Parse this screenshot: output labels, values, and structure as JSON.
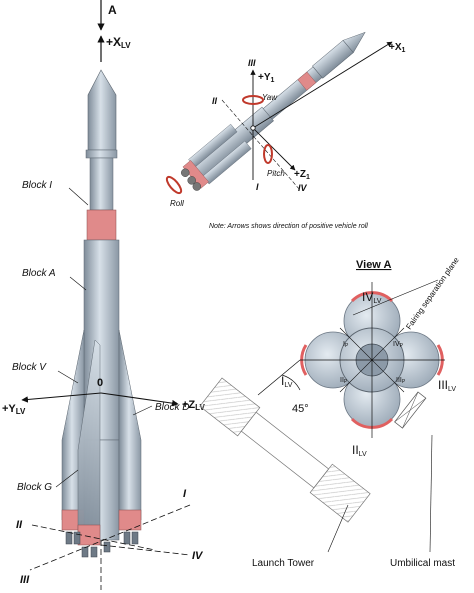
{
  "main_view": {
    "axis_view_arrow": "A",
    "axis_x": "+X",
    "axis_x_sub": "LV",
    "axis_z": "+Z",
    "axis_z_sub": "LV",
    "axis_y": "+Y",
    "axis_y_sub": "LV",
    "origin": "0",
    "block_i": "Block I",
    "block_a": "Block A",
    "block_v": "Block V",
    "block_g": "Block G",
    "block_d": "Block D",
    "plane_i": "I",
    "plane_ii": "II",
    "plane_iii": "III",
    "plane_iv": "IV"
  },
  "attitude_view": {
    "x1": "+X",
    "x1_sub": "1",
    "y1": "+Y",
    "y1_sub": "1",
    "z1": "+Z",
    "z1_sub": "1",
    "yaw": "Yaw",
    "pitch": "Pitch",
    "roll": "Roll",
    "plane_i": "I",
    "plane_ii": "II",
    "plane_iii": "III",
    "plane_iv": "IV",
    "note": "Note: Arrows shows direction of positive vehicle roll"
  },
  "view_a": {
    "title": "View A",
    "iv": "IV",
    "iv_sub": "LV",
    "i": "I",
    "i_sub": "LV",
    "iii": "III",
    "iii_sub": "LV",
    "ii": "II",
    "ii_sub": "LV",
    "small_i": "I",
    "small_iv": "IV",
    "small_ii": "II",
    "small_iii": "III",
    "small_sub": "P",
    "fairing": "Fairing separation plane",
    "angle": "45°",
    "launch_tower": "Launch Tower",
    "umbilical_mast": "Umbilical mast"
  },
  "colors": {
    "rocket_body": "#b9c6d3",
    "rocket_shade": "#7f8c99",
    "red_band": "#e08a8a",
    "text": "#111111"
  }
}
